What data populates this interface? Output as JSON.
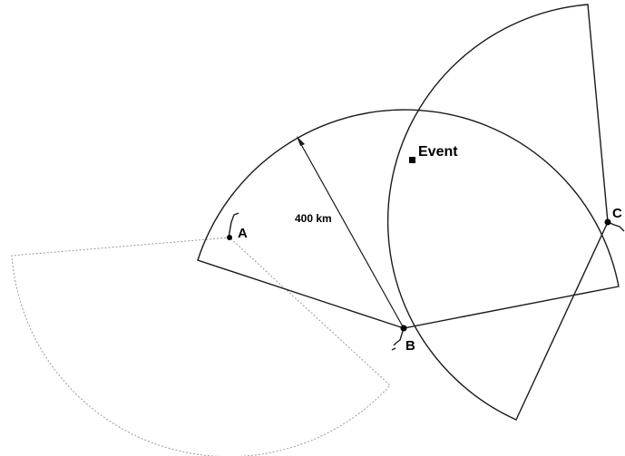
{
  "labels": {
    "station_a": "A",
    "station_b": "B",
    "station_c": "C",
    "event": "Event",
    "radius": "400 km"
  },
  "colors": {
    "ink": "#1a1a1a",
    "faint": "#9a9a9a",
    "background": "#ffffff"
  }
}
